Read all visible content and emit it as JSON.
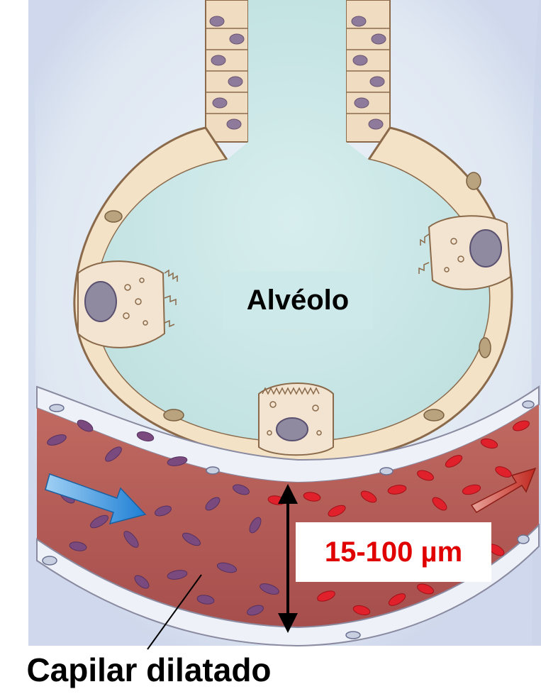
{
  "labels": {
    "alveolus": "Alvéolo",
    "measurement": "15-100 µm",
    "capillary": "Capilar dilatado"
  },
  "colors": {
    "alveolus_lumen": "#c7e4e4",
    "background_tissue": "#e6eef6",
    "alveolar_wall": "#f4e2c6",
    "cell_outline": "#8a6a4a",
    "capillary_blood": "#b45a55",
    "deoxygenated_rbc": "#7a4a7e",
    "oxygenated_rbc": "#e0202a",
    "venous_arrow": "#2a8ad8",
    "arterial_arrow": "#c43026",
    "measure_text": "#e00000"
  },
  "icons": {
    "inflow_arrow": "blue-arrow-icon",
    "outflow_arrow": "red-arrow-icon",
    "measure_arrow": "double-headed-arrow-icon"
  }
}
